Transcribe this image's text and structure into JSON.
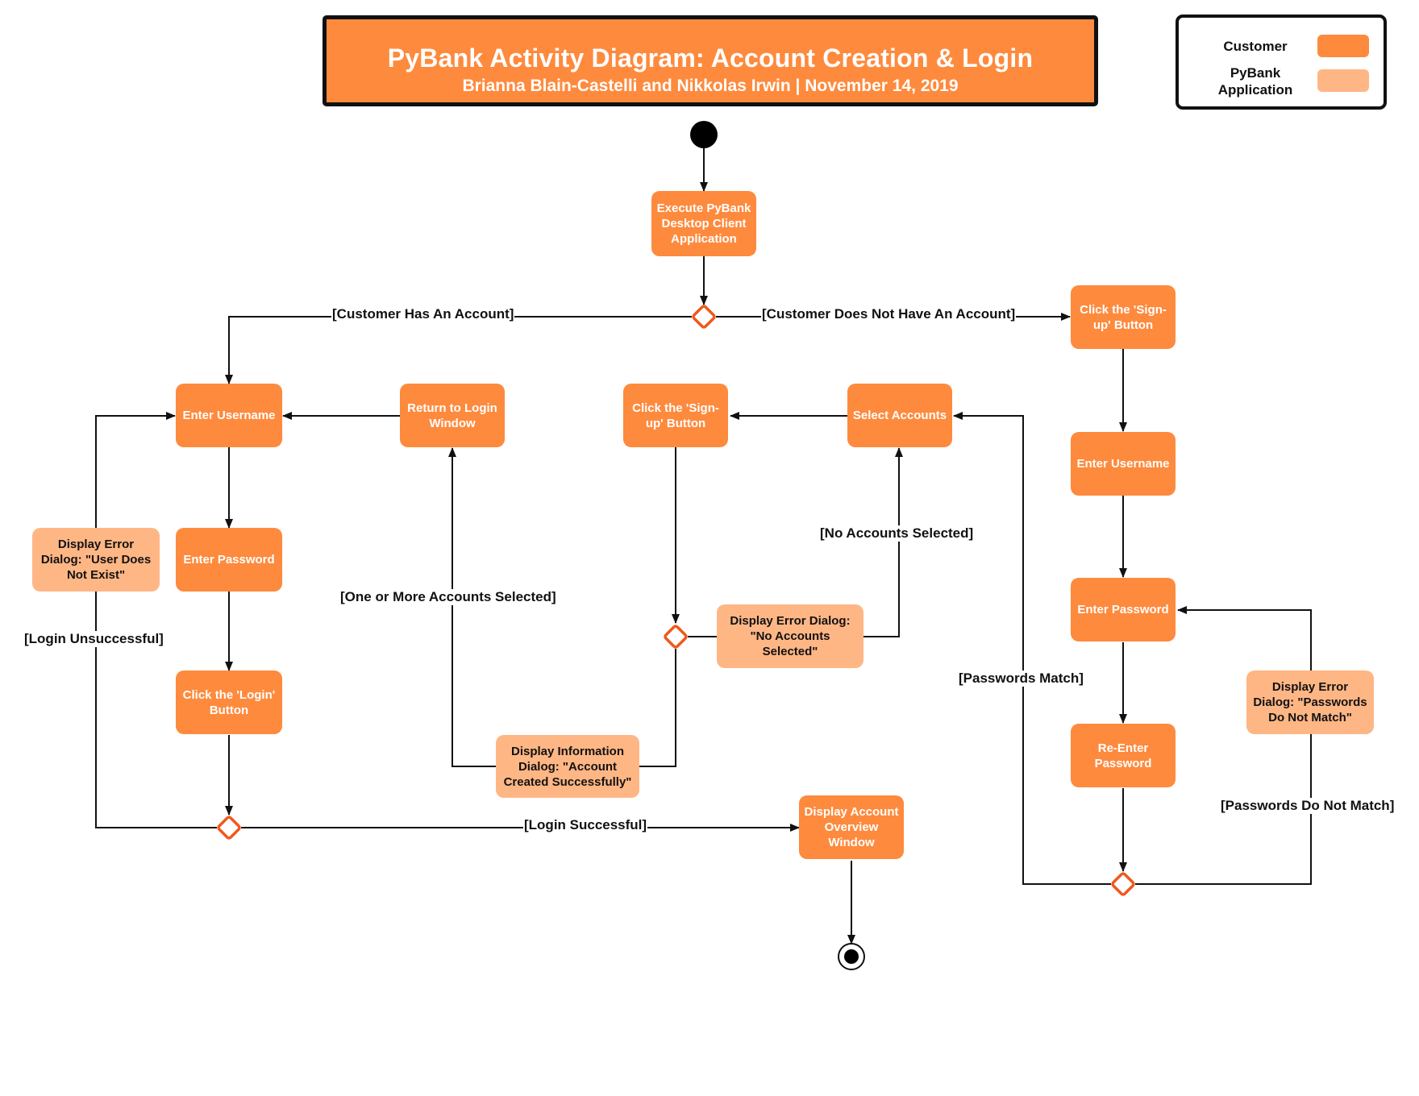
{
  "header": {
    "title": "PyBank Activity Diagram: Account Creation & Login",
    "subtitle": "Brianna Blain-Castelli and Nikkolas Irwin  |  November 14, 2019"
  },
  "legend": {
    "customer": "Customer",
    "application": "PyBank Application",
    "customer_color": "#FE8A3D",
    "application_color": "#FFB685"
  },
  "nodes": {
    "execute": "Execute PyBank Desktop Client Application",
    "signup_top": "Click the 'Sign-up' Button",
    "enter_username_left": "Enter Username",
    "return_login": "Return to Login Window",
    "signup_mid": "Click the 'Sign-up' Button",
    "select_accounts": "Select Accounts",
    "enter_username_right": "Enter Username",
    "error_user": "Display Error Dialog: \"User Does Not Exist\"",
    "enter_password_left": "Enter Password",
    "error_no_accounts": "Display Error Dialog: \"No Accounts Selected\"",
    "enter_password_right": "Enter Password",
    "click_login": "Click the 'Login' Button",
    "info_created": "Display Information Dialog: \"Account Created Successfully\"",
    "error_passwords": "Display Error Dialog: \"Passwords Do Not Match\"",
    "reenter_password": "Re-Enter Password",
    "account_overview": "Display Account Overview Window"
  },
  "guards": {
    "has_account": "[Customer Has An Account]",
    "no_account": "[Customer Does Not Have An Account]",
    "no_accounts_selected": "[No Accounts Selected]",
    "accounts_selected": "[One or More Accounts Selected]",
    "login_unsuccessful": "[Login Unsuccessful]",
    "passwords_match": "[Passwords Match]",
    "passwords_mismatch": "[Passwords Do Not Match]",
    "login_successful": "[Login Successful]"
  },
  "colors": {
    "customer": "#FE8A3D",
    "application": "#FFB685",
    "decision_stroke": "#F0581C",
    "line": "#111111"
  }
}
